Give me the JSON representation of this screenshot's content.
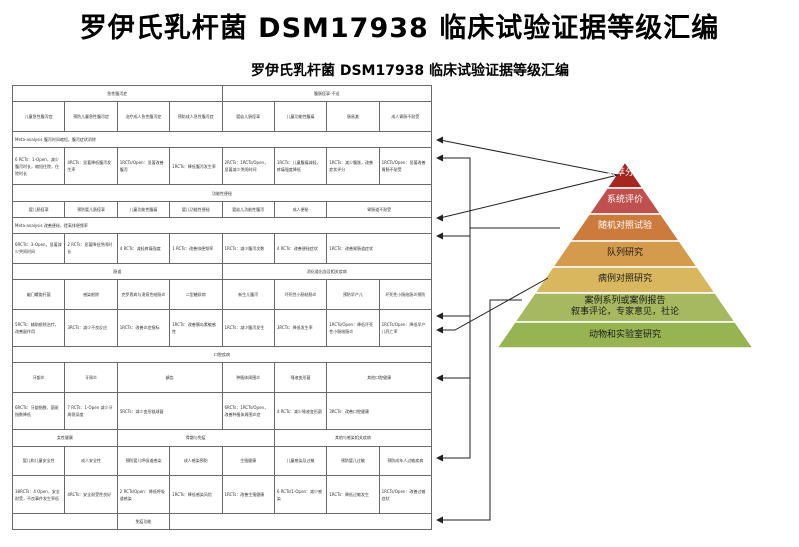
{
  "title": "罗伊氏乳杆菌 DSM17938 临床试验证据等级汇编",
  "subtitle": "罗伊氏乳杆菌 DSM17938 临床试验证据等级汇编",
  "pyramid": [
    {
      "label": "荟萃分析",
      "color": "#a5251f"
    },
    {
      "label": "系统评价",
      "color": "#c0504d"
    },
    {
      "label": "随机对照试验",
      "color": "#cd7a3d"
    },
    {
      "label": "队列研究",
      "color": "#d49b4c"
    },
    {
      "label": "病例对照研究",
      "color": "#d9b75f"
    },
    {
      "label": "案例系列或案例报告\n叙事评论，专家意见，社论",
      "color": "#a7b960"
    },
    {
      "label": "动物和实验室研究",
      "color": "#97b452"
    }
  ],
  "table": {
    "sec1": {
      "left": "急性腹泻症",
      "right": "腹肠痉挛-不适",
      "h": [
        "儿童急性腹泻症",
        "预防儿童急性腹泻症",
        "治疗成人急性腹泻症",
        "预防成人急性腹泻症",
        "婴幼儿肠痉挛",
        "儿童功能性腹痛",
        "肠易激",
        "成人胃肠不耐受"
      ],
      "ma": "Meta-analysis 腹泻时间缩短，腹泻症状消除",
      "rct": [
        "6 RCTs：1-Open，减少腹泻时长，缩短住院，住院时长",
        "4RCTs：显著降低腹泻发生率",
        "1RCTs/Open：显著改善腹泻",
        "1RCTs：降低腹泻发生率",
        "2RCTs：1RCTs/Open，显著减少哭闹时间",
        "1RCTs：儿童腹痛减轻，疼痛强度降低",
        "1RCTs：减少腹胀，改善症状评分",
        "1RCTs/Open：显著改善胃肠不耐受"
      ]
    },
    "sec2": {
      "head": "功能性便秘",
      "h": [
        "婴儿肠痉挛",
        "预防婴儿肠痉挛",
        "儿童功能性腹痛",
        "婴儿功能性便秘",
        "婴幼儿功能性腹泻",
        "成人便秘",
        "胃肠道不耐受"
      ],
      "ma": "Meta-analysis 改善便秘，提高排便频率",
      "rct": [
        "6RCTs：3-Open，显著减少哭闹时间",
        "2 RCTs：显著降低哭闹时长",
        "4 RCTs：减轻疼痛强度",
        "1 RCTs：改善排便频率",
        "1RCTs：减少腹泻次数",
        "4 RCTs：改善便秘症状",
        "1RCTs：改善胃肠道症状"
      ]
    },
    "sec3": {
      "left": "肠道",
      "right": "消化道出血及相关疾病",
      "h": [
        "幽门螺旋杆菌",
        "感染根除",
        "克罗恩病与溃疡性结肠炎",
        "二型糖尿病",
        "新生儿腹泻",
        "坏死性小肠结肠炎",
        "预防早产儿",
        "坏死性小肠结肠炎预防"
      ],
      "rct": [
        "5RCTs：辅助根除治疗，改善副作用",
        "3RCTs：减少不良反应",
        "1RCTs：改善炎症指标",
        "1RCTs：改善胰岛素敏感性",
        "1RCTs：减少腹泻发生",
        "3RCTs：降低发生率",
        "1RCTs/Open：降低坏死性小肠结肠炎",
        "1RCTs/Open：降低早产儿死亡率"
      ]
    },
    "sec4": {
      "head": "口腔疾病",
      "h": [
        "牙龈炎",
        "牙周炎",
        "龋齿",
        "种植体周围炎",
        "唾液变形菌",
        "其他口腔健康"
      ],
      "rct": [
        "6RCTs：牙龈指数、菌斑指数降低",
        "7 RCTs：1-Open 减少牙周袋深度",
        "5RCTs：减少变形链球菌",
        "6RCTs：1RCTs/Open，改善种植体周围炎症",
        "4 RCTs：减少唾液变形菌",
        "3RCTs：改善口腔健康"
      ]
    },
    "sec5": {
      "left": "女性健康",
      "mid": "骨骼与免疫",
      "right": "其他与感染相关疾病",
      "h": [
        "婴儿和儿童安全性",
        "成人安全性",
        "预防婴儿呼吸道感染",
        "成人感染预防",
        "生殖健康",
        "儿童感染及过敏",
        "预防婴儿过敏",
        "预防成年人过敏疾病"
      ],
      "rct": [
        "38RCTs：4 Open，安全耐受，不良事件发生率低",
        "4RCTs：安全耐受性良好",
        "2 RCTs/Open：降低呼吸道感染",
        "1RCTs：降低感染风险",
        "1RCTs：改善生殖健康",
        "6 RCTs/1-Open：减少感染",
        "1RCTs：降低过敏发生",
        "1RCTs/Open：改善过敏症状"
      ],
      "extra": "免疫功能"
    }
  }
}
